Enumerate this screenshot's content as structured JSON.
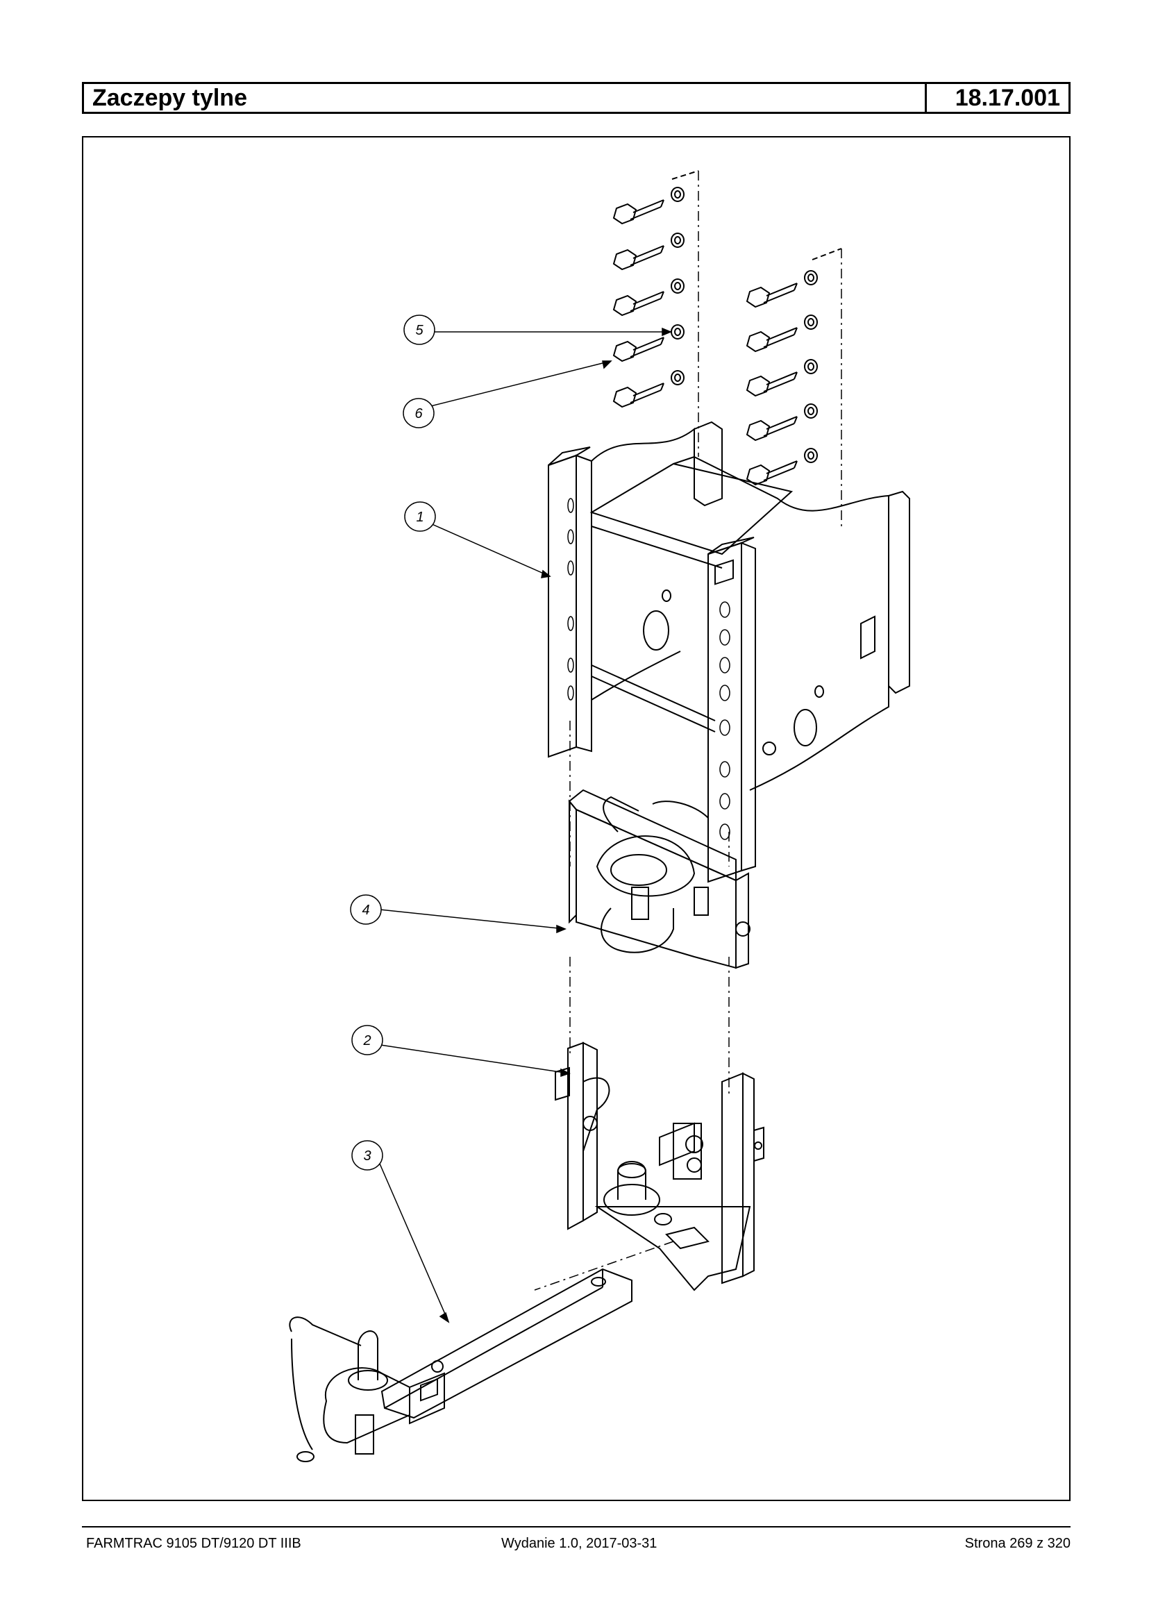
{
  "header": {
    "title": "Zaczepy tylne",
    "code": "18.17.001"
  },
  "diagram": {
    "callouts": [
      {
        "label": "5"
      },
      {
        "label": "6"
      },
      {
        "label": "1"
      },
      {
        "label": "4"
      },
      {
        "label": "2"
      },
      {
        "label": "3"
      }
    ]
  },
  "footer": {
    "model": "FARMTRAC 9105 DT/9120 DT IIIB",
    "edition": "Wydanie 1.0,  2017-03-31",
    "page": "Strona 269 z 320"
  }
}
